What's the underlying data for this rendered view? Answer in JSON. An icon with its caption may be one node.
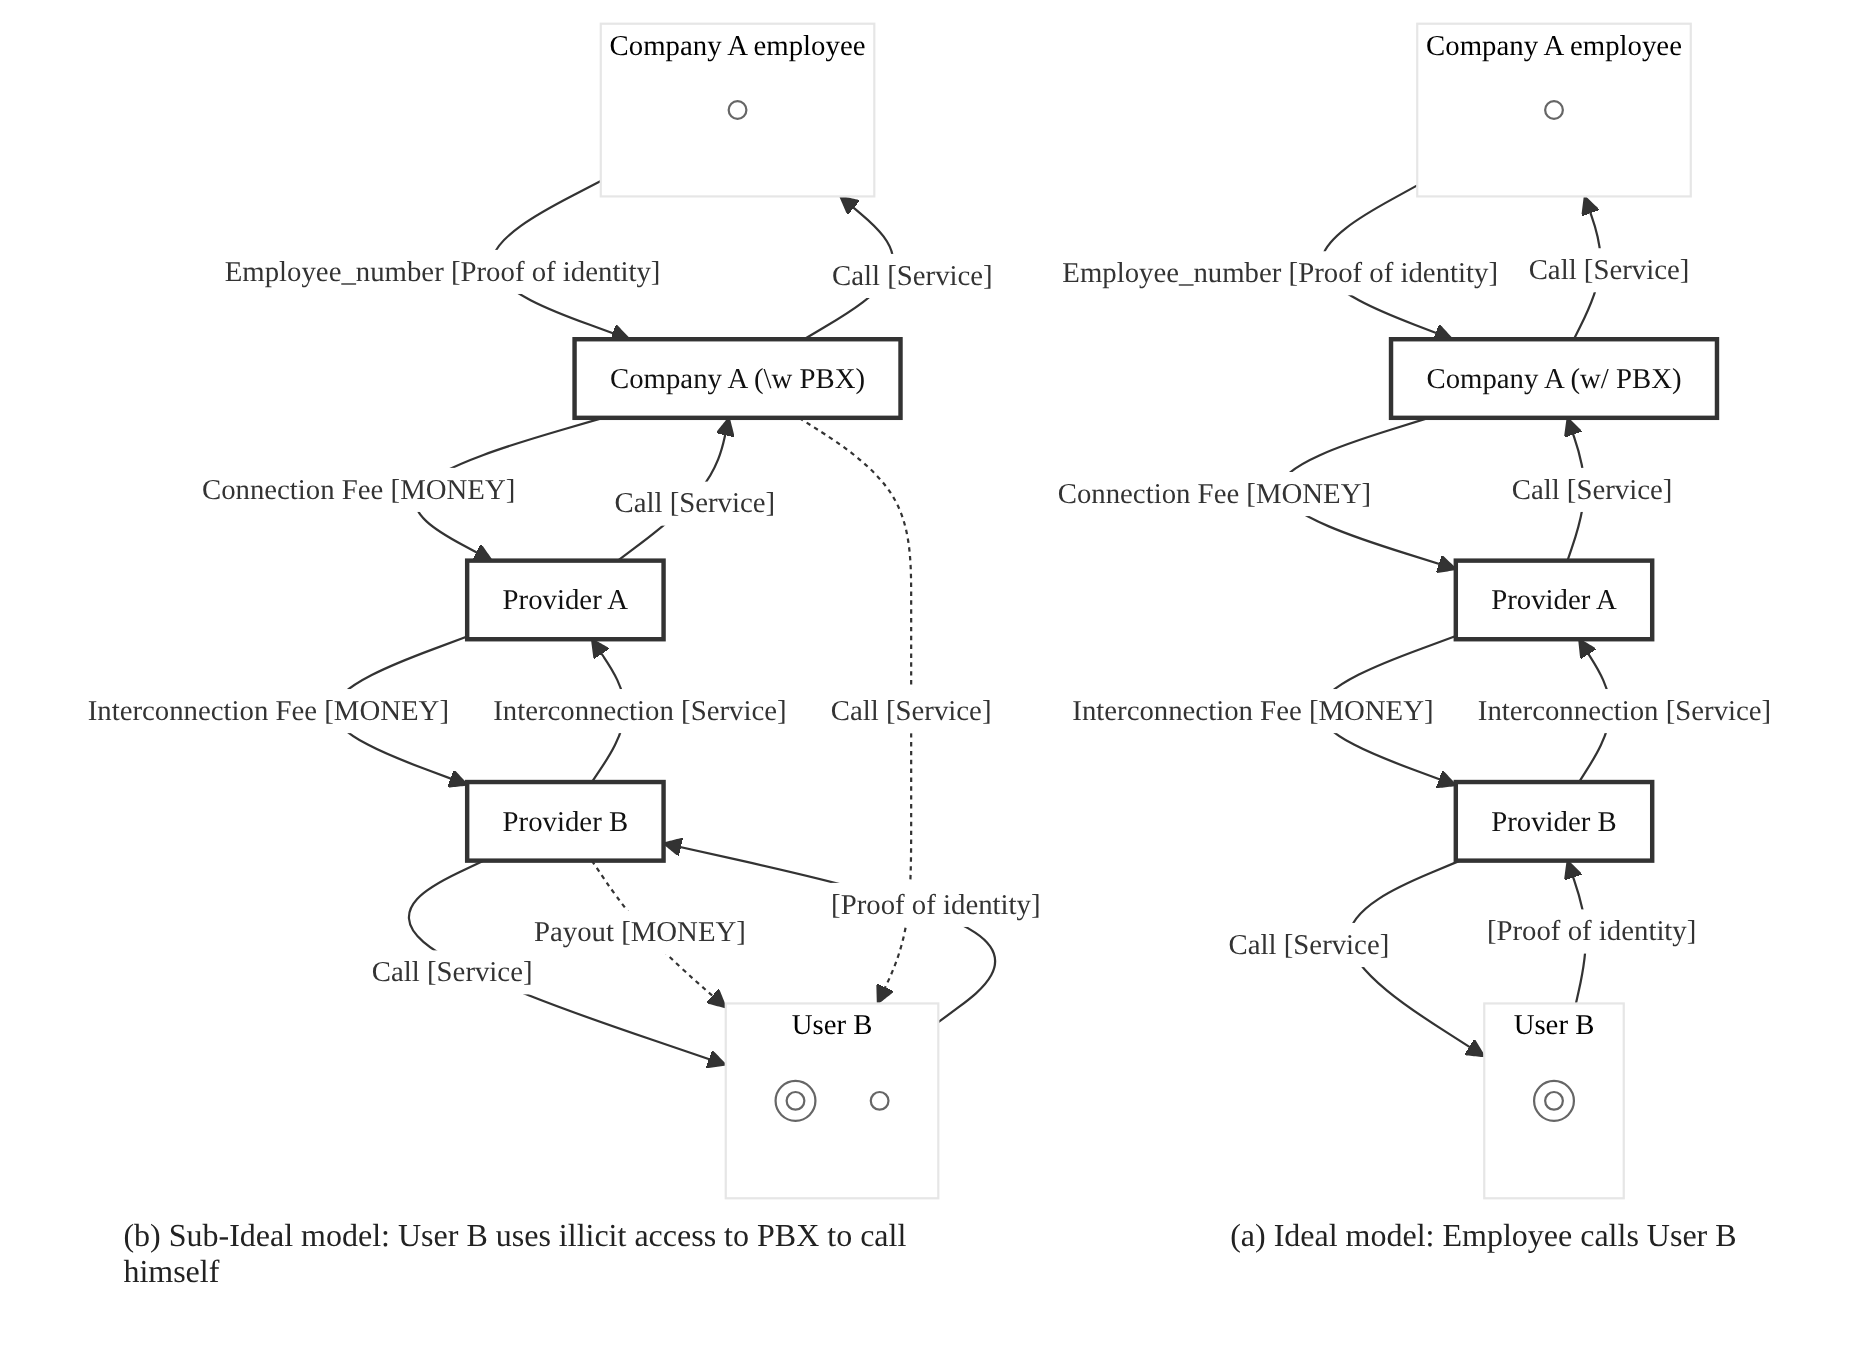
{
  "diagram": {
    "nodes": [
      {
        "text": [
          "Provider A"
        ]
      },
      {
        "text": [
          "Provider B"
        ]
      },
      {
        "text": [
          "Company A (w/ PBX)"
        ]
      },
      {
        "text": [
          "User B"
        ]
      },
      {
        "text": [
          "Company A employee"
        ]
      },
      {
        "text": [],
        "shape": "circle",
        "in": 3
      },
      {
        "text": [],
        "shape": "circle",
        "in": 4
      },
      {
        "text": [
          "Provider A"
        ]
      },
      {
        "text": [
          "Provider B"
        ]
      },
      {
        "text": [
          "Company A (\\w PBX)"
        ]
      },
      {
        "text": [
          "User B"
        ]
      },
      {
        "text": [
          "Company A employee"
        ]
      },
      {
        "text": [],
        "shape": "circle",
        "in": 10
      },
      {
        "text": [],
        "shape": "circle",
        "in": 10
      },
      {
        "text": [],
        "shape": "circle",
        "in": 11
      }
    ],
    "edges": [
      {
        "from": 0,
        "to": 1,
        "arrow": "to",
        "label": "Interconnection Fee [MONEY]"
      },
      {
        "from": 1,
        "to": 0,
        "arrow": "to",
        "label": "Interconnection [Service]"
      },
      {
        "from": 0,
        "to": 2,
        "arrow": "to",
        "label": "Call [Service]"
      },
      {
        "from": 2,
        "to": 0,
        "arrow": "to",
        "label": "Connection Fee [MONEY]"
      },
      {
        "from": 1,
        "to": 3,
        "arrow": "to",
        "label": "Call [Service]"
      },
      {
        "from": 3,
        "to": 1,
        "arrow": "to",
        "label": "[Proof of identity]"
      },
      {
        "from": 2,
        "to": 4,
        "arrow": "to",
        "label": "Call [Service]"
      },
      {
        "from": 4,
        "to": 2,
        "arrow": "to",
        "label": "Employee_number [Proof of identity]"
      },
      {
        "from": 7,
        "to": 8,
        "arrow": "to",
        "label": "Interconnection Fee [MONEY]"
      },
      {
        "from": 8,
        "to": 7,
        "arrow": "to",
        "label": "Interconnection [Service]"
      },
      {
        "from": 7,
        "to": 9,
        "arrow": "to",
        "label": "Call [Service]"
      },
      {
        "from": 9,
        "to": 7,
        "arrow": "to",
        "label": "Connection Fee [MONEY]"
      },
      {
        "from": 8,
        "to": 10,
        "arrow": "to",
        "label": "Call [Service]"
      },
      {
        "from": 10,
        "to": 8,
        "arrow": "to",
        "label": "[Proof of identity]"
      },
      {
        "from": 8,
        "to": 10,
        "arrow": "to",
        "label": "Payout [MONEY]",
        "style": "dashed"
      },
      {
        "from": 9,
        "to": 10,
        "arrow": "to",
        "label": "Call [Service]",
        "style": "dashed"
      },
      {
        "from": 9,
        "to": 11,
        "arrow": "to",
        "label": "Call [Service]"
      },
      {
        "from": 11,
        "to": 9,
        "arrow": "to",
        "label": "Employee_number [Proof of identity]"
      }
    ],
    "labels": [
      "(a) Ideal model: Employee calls User B",
      "(b) Sub-Ideal model: User B uses illicit access to PBX to call himself"
    ]
  }
}
